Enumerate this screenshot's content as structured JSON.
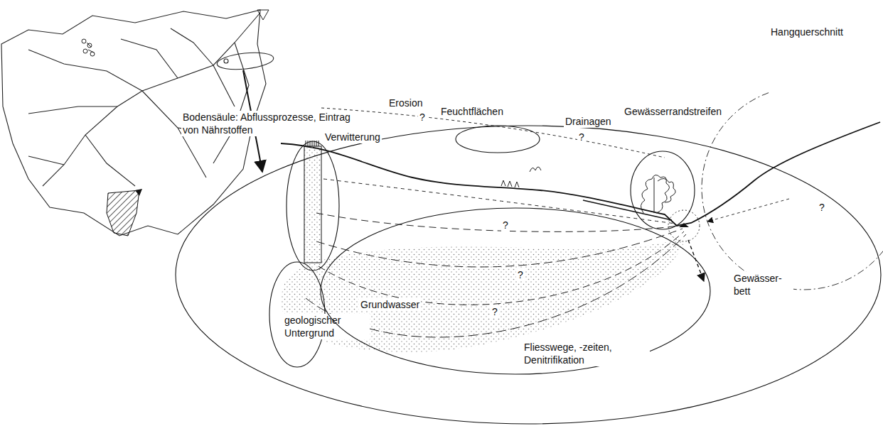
{
  "diagram": {
    "nodes": [
      {
        "text": [
          "Bodensäule: Abflussprozesse, Eintrag von Nährstoffen"
        ]
      },
      {
        "text": [
          "Feuchtflächen"
        ]
      },
      {
        "text": [
          "Gewässerrandstreifen"
        ]
      },
      {
        "text": [
          "geologischer Untergrund"
        ]
      },
      {
        "text": [
          "Grundwasser",
          "Fliesswege, -zeiten, Denitrifikation"
        ]
      },
      {
        "text": [
          "Hangquerschnitt"
        ]
      }
    ],
    "labels": [
      "Erosion",
      "?",
      "Verwitterung",
      "?",
      "Drainagen",
      "?",
      "?",
      "?",
      "Gewässer- bett",
      "?"
    ]
  }
}
